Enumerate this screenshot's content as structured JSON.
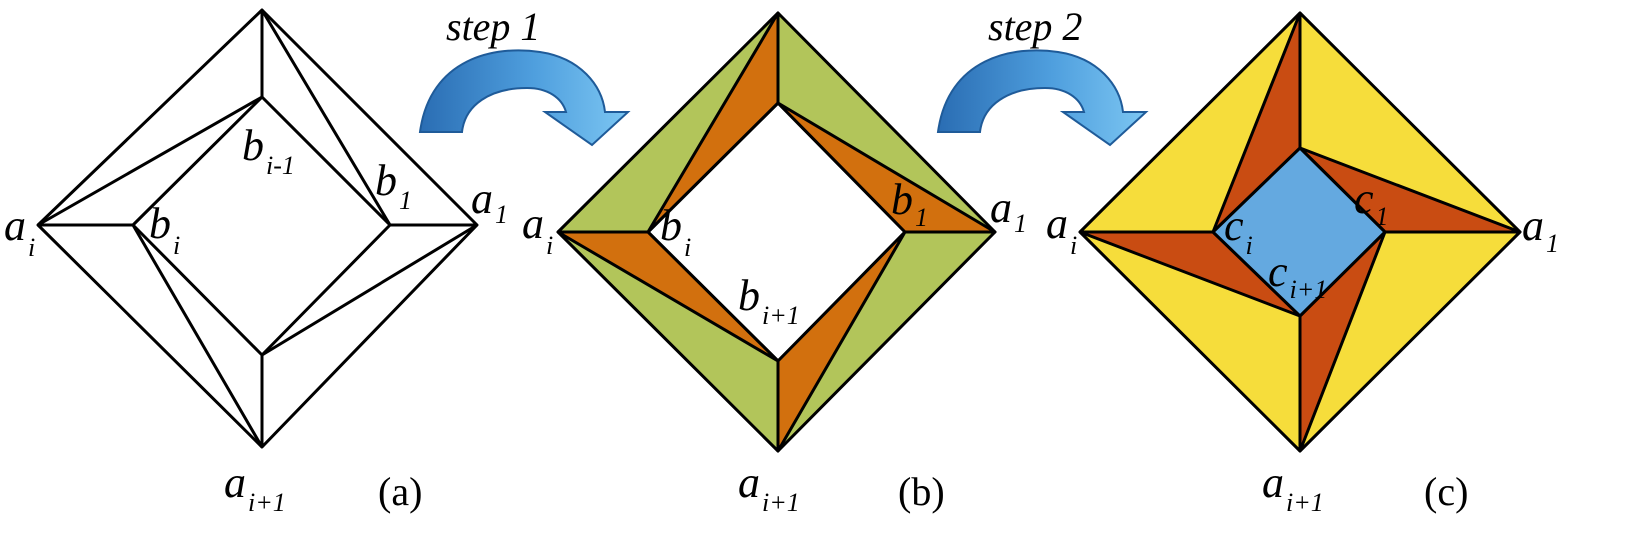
{
  "steps": [
    "step 1",
    "step 2"
  ],
  "captions": [
    "(a)",
    "(b)",
    "(c)"
  ],
  "labels": {
    "a_i": {
      "base": "a",
      "sub": "i"
    },
    "a_1": {
      "base": "a",
      "sub": "1"
    },
    "a_i1": {
      "base": "a",
      "sub": "i+1"
    },
    "b_i_minus": {
      "base": "b",
      "sub": "i-1"
    },
    "b_1": {
      "base": "b",
      "sub": "1"
    },
    "b_i": {
      "base": "b",
      "sub": "i"
    },
    "b_i1": {
      "base": "b",
      "sub": "i+1"
    },
    "c_i": {
      "base": "c",
      "sub": "i"
    },
    "c_1": {
      "base": "c",
      "sub": "1"
    },
    "c_i1": {
      "base": "c",
      "sub": "i+1"
    }
  },
  "colors": {
    "green": "#b2c55a",
    "orange": "#d2700e",
    "yellow": "#f6dd3b",
    "red_orange": "#c94c12",
    "blue": "#64a9e0",
    "arrow_light": "#67b7ec",
    "arrow_dark": "#2d72b6",
    "stroke": "#000000"
  }
}
